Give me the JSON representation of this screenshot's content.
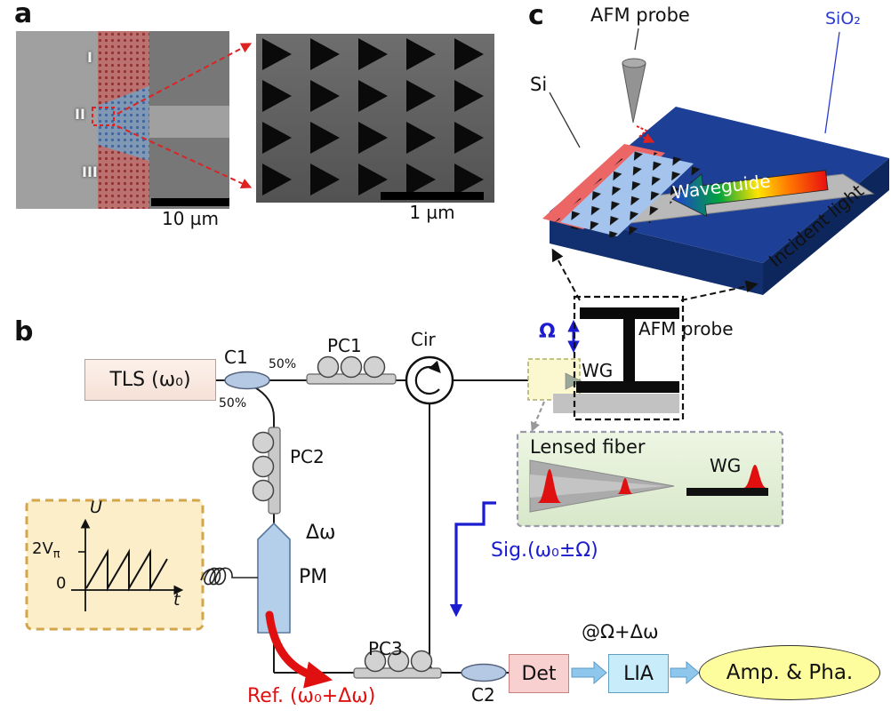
{
  "panel_a": {
    "label": "a",
    "region_labels": [
      "I",
      "II",
      "III"
    ],
    "scalebar_left": "10 µm",
    "scalebar_right": "1 µm"
  },
  "panel_c": {
    "label": "c",
    "afm_probe_label": "AFM probe",
    "sio2_label": "SiO₂",
    "si_label": "Si",
    "waveguide_label": "Waveguide",
    "incident_light_label": "Incident light"
  },
  "panel_b": {
    "label": "b",
    "tls_label": "TLS (ω₀)",
    "c1_label": "C1",
    "split_top": "50%",
    "split_bottom": "50%",
    "pc1_label": "PC1",
    "cir_label": "Cir",
    "omega_label": "Ω",
    "afm_probe_label": "AFM probe",
    "wg_label": "WG",
    "pc2_label": "PC2",
    "pm_label": "PM",
    "delta_omega_label": "Δω",
    "sawtooth": {
      "u_label": "U",
      "vpi_main": "2V",
      "vpi_sub": "π",
      "zero_label": "0",
      "t_label": "t"
    },
    "lensed_fiber_label": "Lensed fiber",
    "lensed_wg_label": "WG",
    "sig_label": "Sig.(ω₀±Ω)",
    "pc3_label": "PC3",
    "c2_label": "C2",
    "det_label": "Det",
    "at_label": "@Ω+Δω",
    "lia_label": "LIA",
    "amp_pha_label": "Amp. & Pha.",
    "ref_label": "Ref. (ω₀+Δω)"
  },
  "colors": {
    "signal_blue": "#1b1bd0",
    "reference_red": "#e01010",
    "sio2_label_blue": "#2a3bd0",
    "substrate_navy": "#1e3f96",
    "det_pink": "#f9d0d0",
    "lia_blue": "#c9ecfa",
    "result_yellow": "#fdfd9e"
  }
}
